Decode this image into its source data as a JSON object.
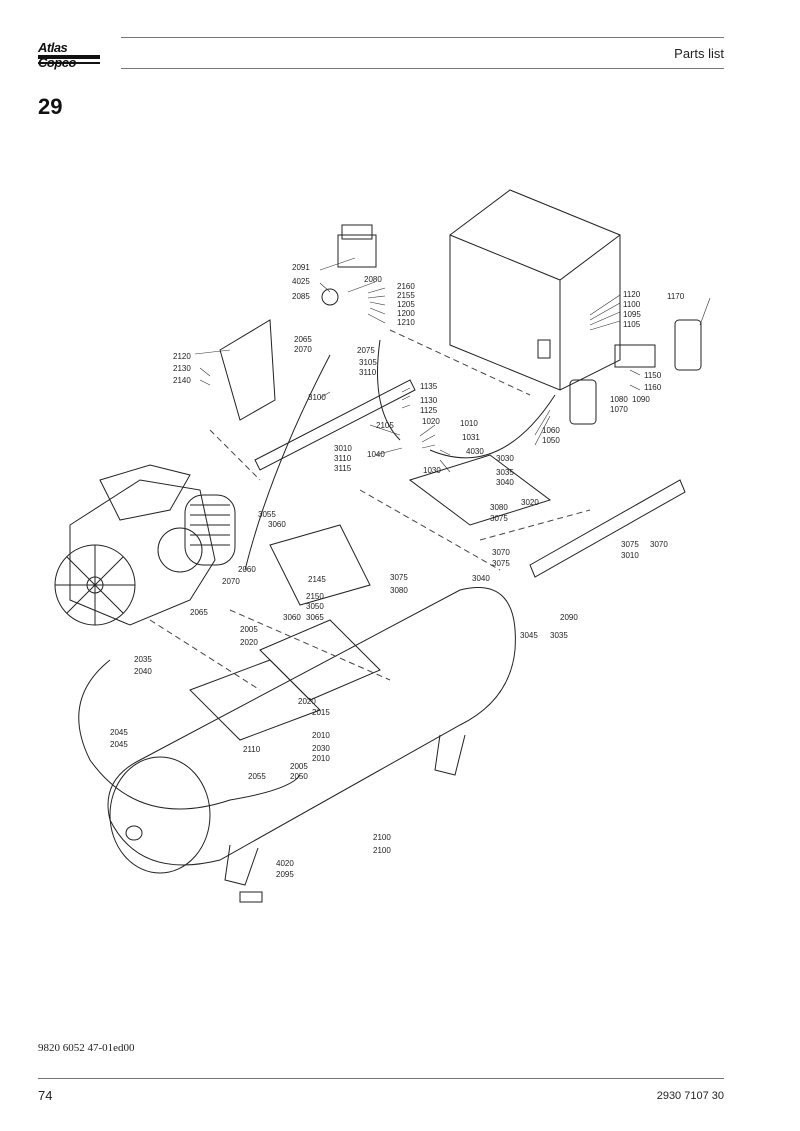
{
  "header": {
    "brand": "Atlas Copco",
    "title": "Parts list"
  },
  "section_number": "29",
  "callouts": [
    "2091",
    "4025",
    "2080",
    "2160",
    "2155",
    "2085",
    "1205",
    "1200",
    "1210",
    "2065",
    "2070",
    "2075",
    "3105",
    "3110",
    "2120",
    "2130",
    "2140",
    "3100",
    "1135",
    "1130",
    "1125",
    "1120",
    "1100",
    "1095",
    "1105",
    "1170",
    "1150",
    "1160",
    "1090",
    "1080",
    "1070",
    "1060",
    "1050",
    "2105",
    "1010",
    "1020",
    "1031",
    "1040",
    "4030",
    "1030",
    "3010",
    "3110",
    "3115",
    "3030",
    "3035",
    "3040",
    "3020",
    "3080",
    "3075",
    "3070",
    "3075",
    "3075",
    "3070",
    "3010",
    "3055",
    "3060",
    "2060",
    "2070",
    "2145",
    "2150",
    "3050",
    "3075",
    "3080",
    "3040",
    "2090",
    "3045",
    "3035",
    "2065",
    "3060",
    "3065",
    "2005",
    "2020",
    "2035",
    "2040",
    "2020",
    "2015",
    "2010",
    "2030",
    "2010",
    "2045",
    "2045",
    "2110",
    "2005",
    "2050",
    "2055",
    "2100",
    "2100",
    "4020",
    "2095"
  ],
  "footer": {
    "doc_ref": "9820 6052 47-01ed00",
    "page_number": "74",
    "doc_number": "2930 7107 30"
  }
}
